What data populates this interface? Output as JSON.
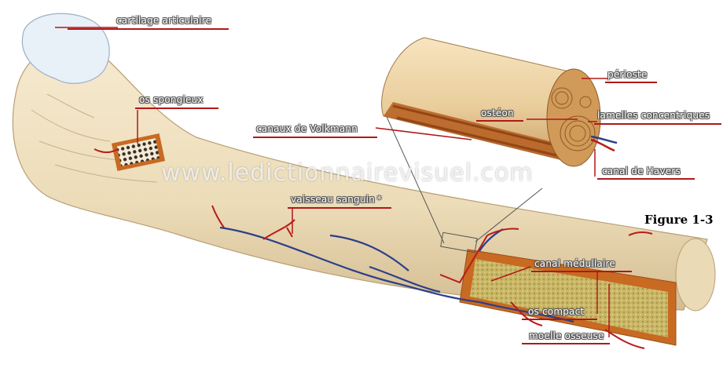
{
  "labels": {
    "cartilage": "cartilage articulaire",
    "spongy_bone": "os spongieux",
    "volkmann": "canaux de Volkmann",
    "blood_vessel": "vaisseau sanguin *",
    "periosteum": "périoste",
    "osteon": "ostéon",
    "lamellae": "lamelles concentriques",
    "havers": "canal de Havers",
    "medullary": "canal médullaire",
    "compact": "os compact",
    "marrow": "moelle osseuse"
  },
  "watermark": "www.ledictionnairevisuel.com",
  "figure_caption": "Figure 1-3",
  "colors": {
    "bone": "#efdfbf",
    "bone_shadow": "#d6c197",
    "cartilage": "#e6eef6",
    "label_line": "#b01818",
    "artery": "#b81c1c",
    "vein": "#2c3f8a",
    "marrow": "#c8b765",
    "cut_surface": "#c86a22"
  }
}
